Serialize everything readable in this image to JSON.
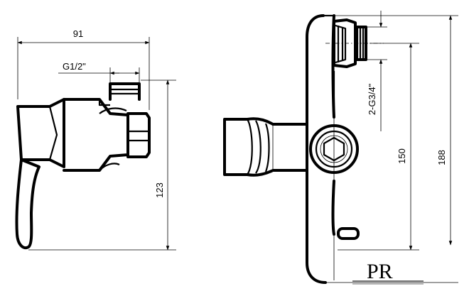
{
  "dimensions": {
    "width_top": "91",
    "inlet_thread": "G1/2\"",
    "height_left": "123",
    "outlet_thread": "2-G3/4\"",
    "height_150": "150",
    "height_188": "188"
  },
  "logo": {
    "text": "PR"
  }
}
